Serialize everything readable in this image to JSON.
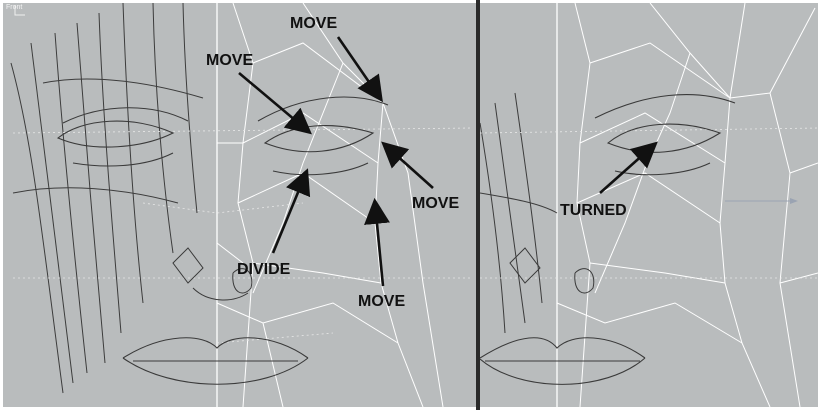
{
  "viewport_left": {
    "label": "Front",
    "annotations": {
      "move_top": "MOVE",
      "move_eye": "MOVE",
      "move_right": "MOVE",
      "divide": "DIVIDE",
      "move_bottom": "MOVE"
    }
  },
  "viewport_right": {
    "annotations": {
      "turned": "TURNED"
    }
  },
  "colors": {
    "viewport_bg": "#b9bcbd",
    "wire_white": "#ffffff",
    "wire_dark": "#3a3a3a",
    "arrow": "#111111",
    "divider": "#2a2a2a"
  }
}
